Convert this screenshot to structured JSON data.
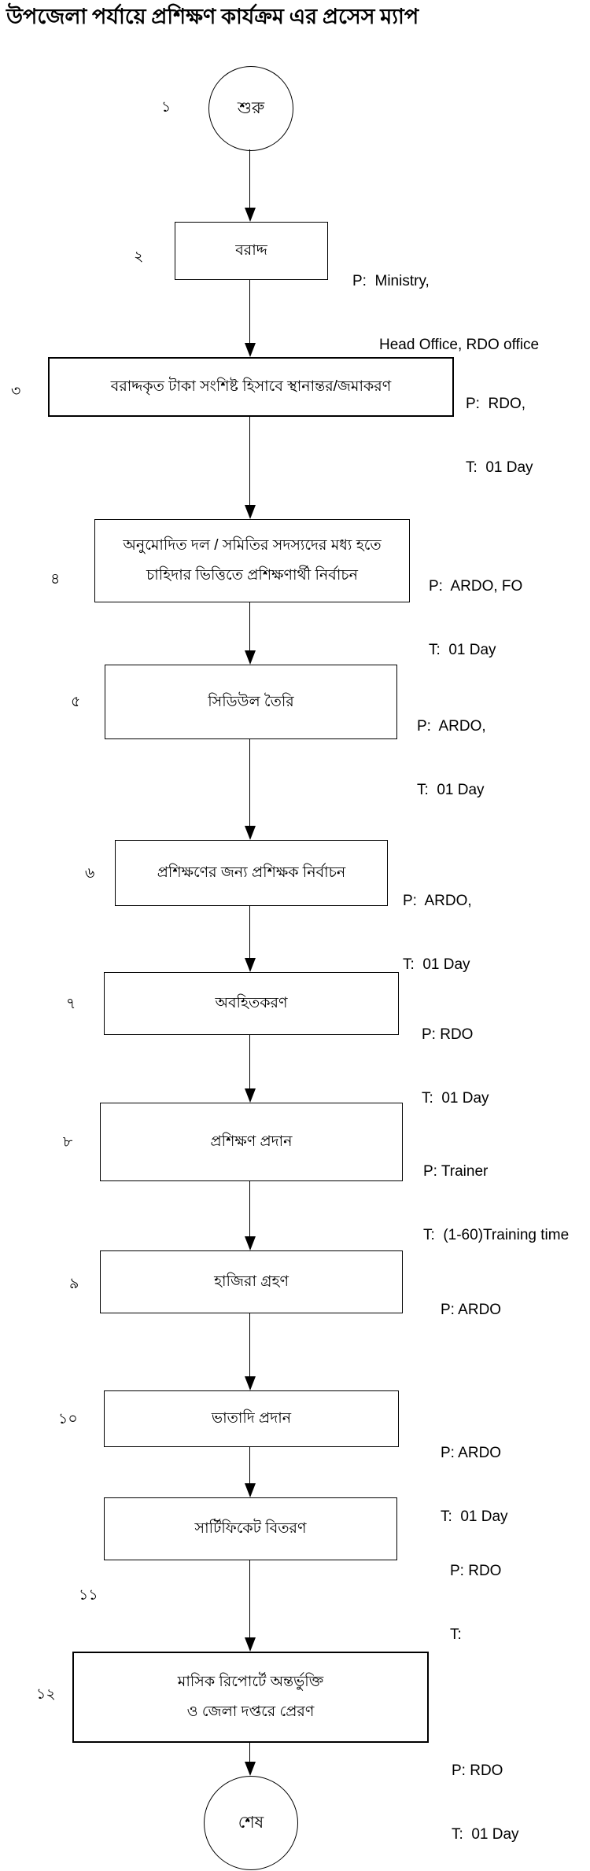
{
  "title": "উপজেলা পর্যায়ে প্রশিক্ষণ কার্যক্রম এর প্রসেস ম্যাপ",
  "start": {
    "num": "১",
    "label": "শুরু"
  },
  "end": {
    "label": "শেষ"
  },
  "boxes": [
    {
      "num": "২",
      "label": "বরাদ্দ",
      "p": "P:  Ministry,",
      "p2": "Head Office, RDO office"
    },
    {
      "num": "৩",
      "label": "বরাদ্দকৃত টাকা সংশিষ্ট হিসাবে স্থানান্তর/জমাকরণ",
      "p": "P:  RDO,",
      "t": "T:  01 Day"
    },
    {
      "num": "৪",
      "label": "অনুমোদিত দল / সমিতির সদস্যদের মধ্য হতে",
      "label2": "চাহিদার ভিত্তিতে প্রশিক্ষণার্থী নির্বাচন",
      "p": "P:  ARDO, FO",
      "t": "T:  01 Day"
    },
    {
      "num": "৫",
      "label": "সিডিউল তৈরি",
      "p": "P:  ARDO,",
      "t": "T:  01 Day"
    },
    {
      "num": "৬",
      "label": "প্রশিক্ষণের জন্য প্রশিক্ষক নির্বাচন",
      "p": "P:  ARDO,",
      "t": "T:  01 Day"
    },
    {
      "num": "৭",
      "label": "অবহিতকরণ",
      "p": "P: RDO",
      "t": "T:  01 Day"
    },
    {
      "num": "৮",
      "label": "প্রশিক্ষণ প্রদান",
      "p": "P: Trainer",
      "t": "T:  (1-60)Training time"
    },
    {
      "num": "৯",
      "label": "হাজিরা গ্রহণ",
      "p": "P: ARDO"
    },
    {
      "num": "১০",
      "label": "ভাতাদি প্রদান",
      "p": "P: ARDO",
      "t": "T:  01 Day"
    },
    {
      "num": "১১",
      "label": "সার্টিফিকেট বিতরণ",
      "p": "P: RDO",
      "t": "T:"
    },
    {
      "num": "১২",
      "label": "মাসিক রিপোর্টে অন্তর্ভুক্তি",
      "label2": "ও জেলা দপ্তরে প্রেরণ",
      "p": "P: RDO",
      "t": "T:  01 Day"
    }
  ]
}
